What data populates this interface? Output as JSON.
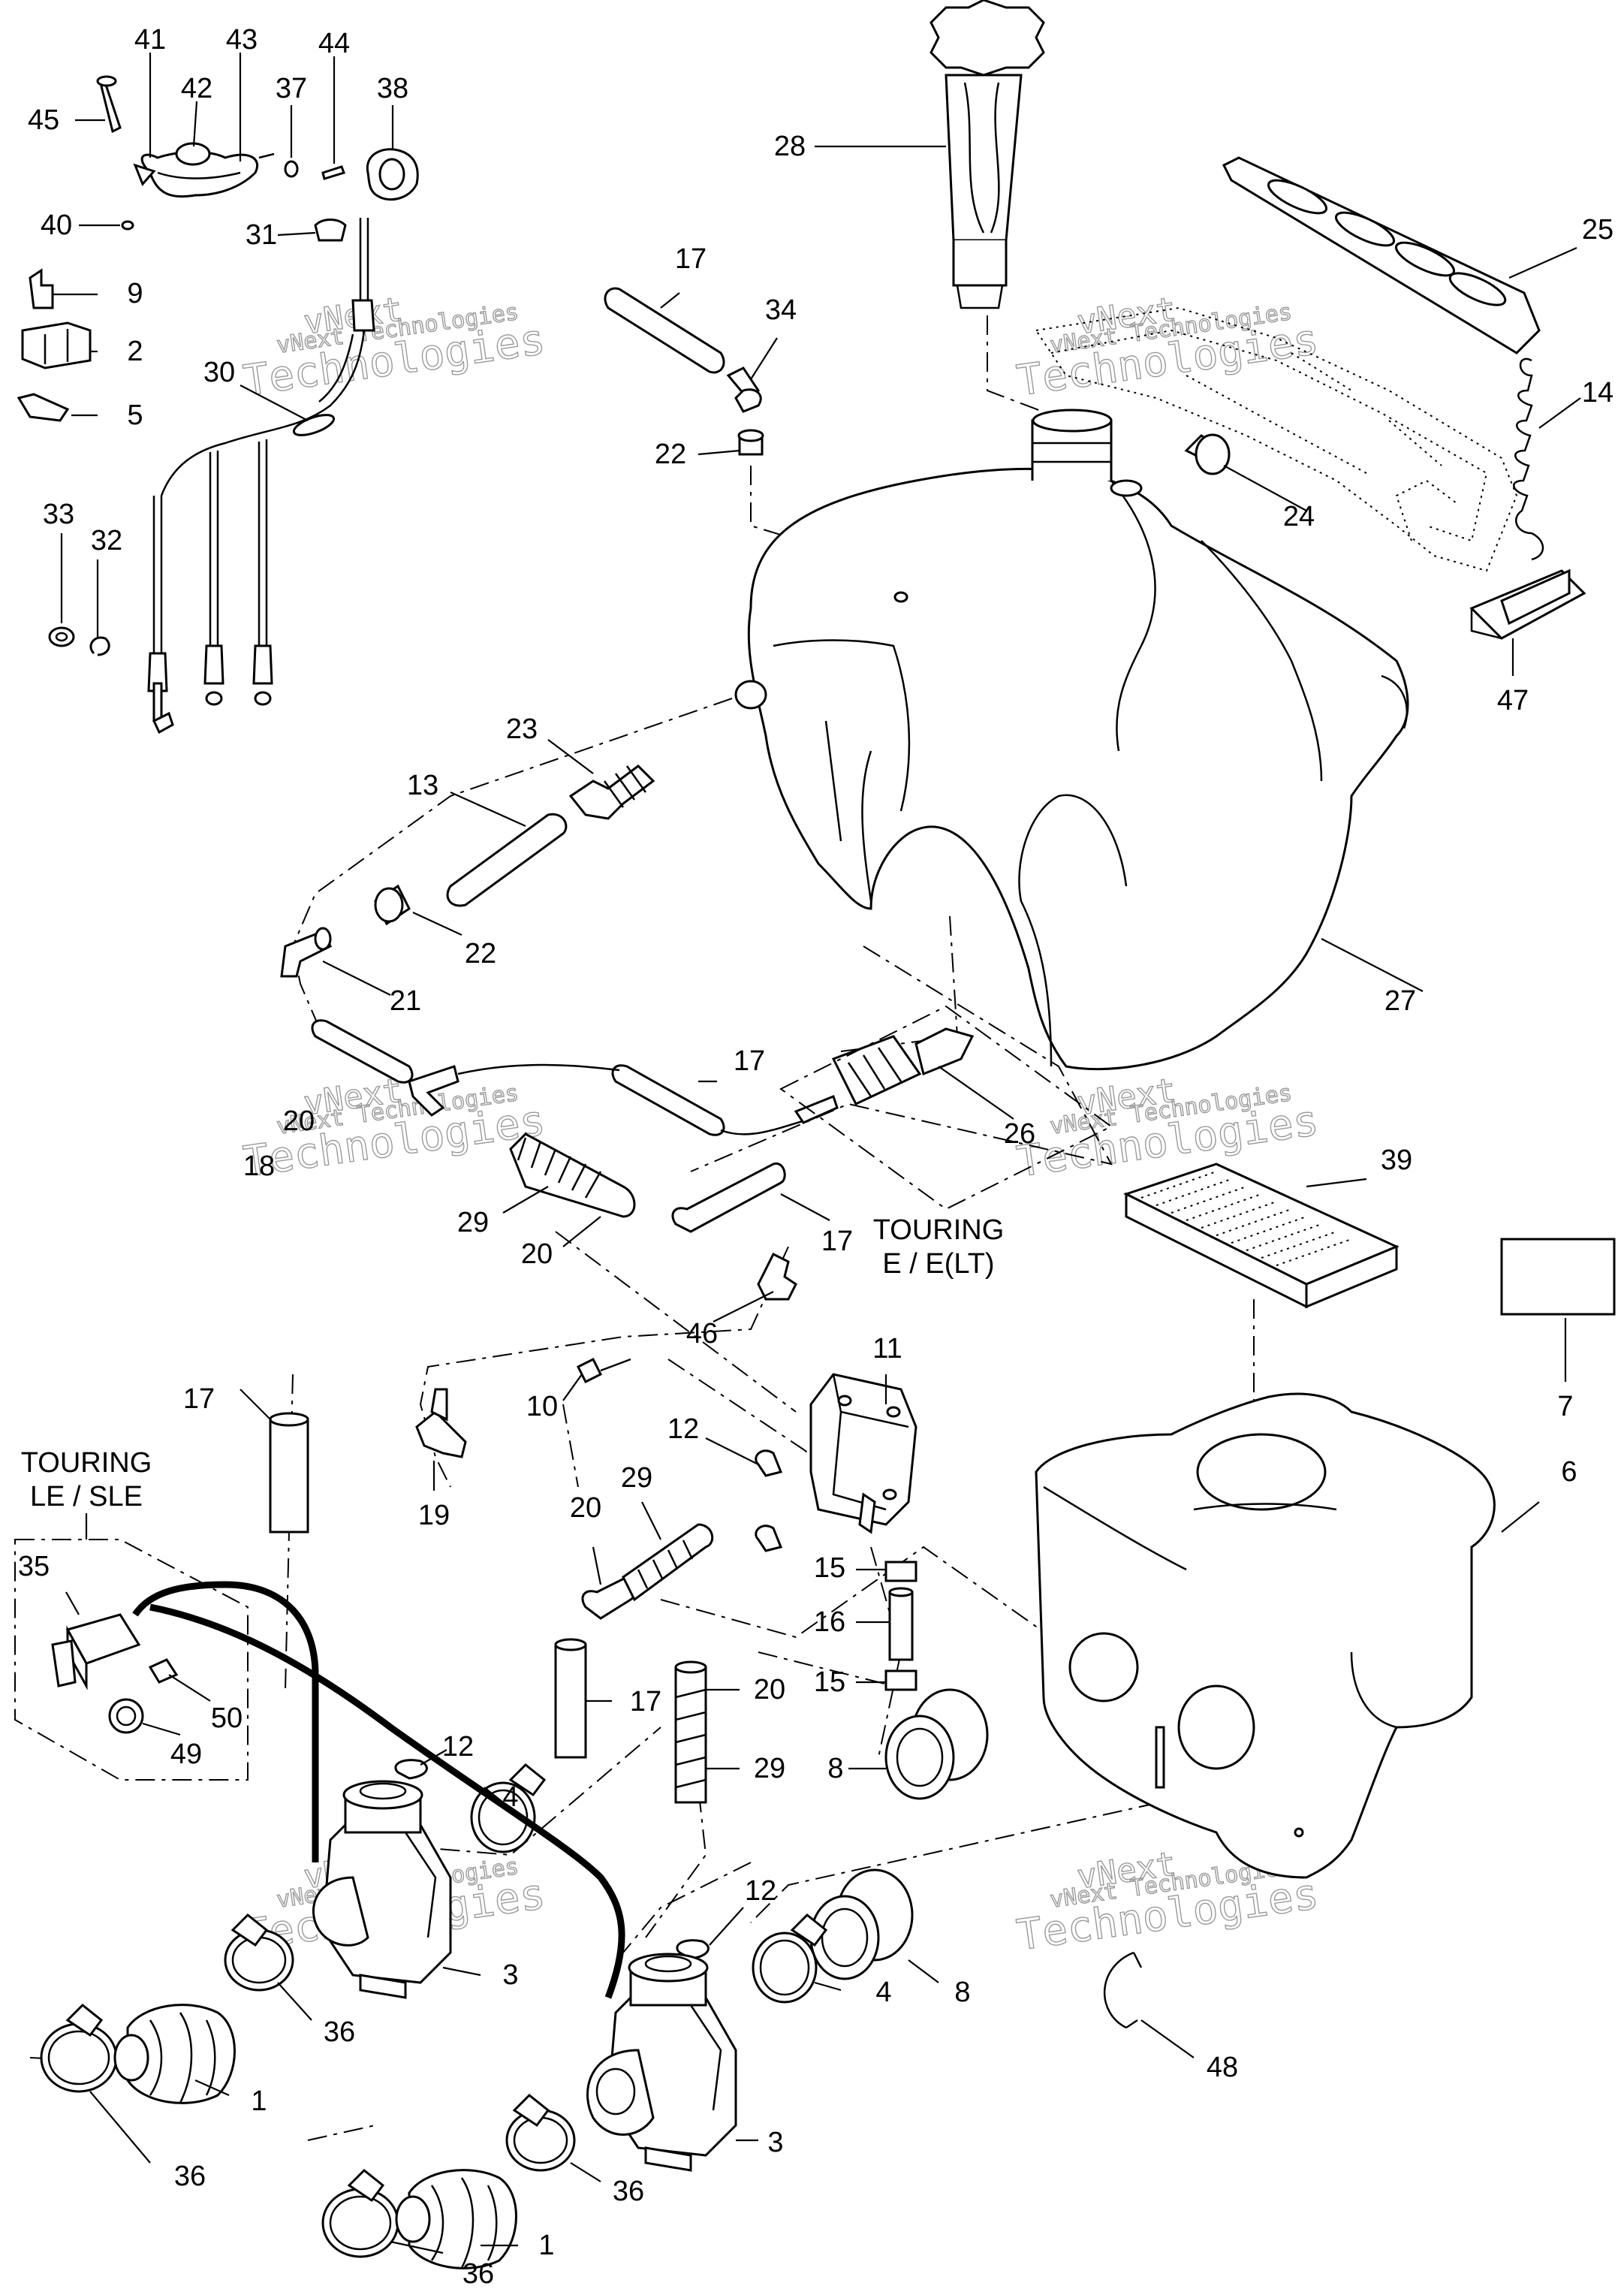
{
  "watermarks": [
    {
      "line1": "vNext Technologies",
      "line2": "vNext",
      "line3": "Technologies"
    },
    {
      "line1": "vNext Technologies",
      "line2": "vNext",
      "line3": "Technologies"
    },
    {
      "line1": "vNext Technologies",
      "line2": "vNext",
      "line3": "Technologies"
    },
    {
      "line1": "vNext Technologies",
      "line2": "vNext",
      "line3": "Technologies"
    },
    {
      "line1": "vNext Technologies",
      "line2": "vNext",
      "line3": "Technologies"
    },
    {
      "line1": "vNext Technologies",
      "line2": "vNext",
      "line3": "Technologies"
    }
  ],
  "variants": {
    "touring_e": {
      "line1": "TOURING",
      "line2": "E / E(LT)"
    },
    "touring_le": {
      "line1": "TOURING",
      "line2": "LE / SLE"
    }
  },
  "callouts": [
    "41",
    "42",
    "43",
    "44",
    "45",
    "37",
    "38",
    "40",
    "31",
    "9",
    "2",
    "5",
    "30",
    "33",
    "32",
    "28",
    "25",
    "14",
    "24",
    "47",
    "17",
    "34",
    "22",
    "27",
    "23",
    "13",
    "22",
    "21",
    "17",
    "26",
    "20",
    "18",
    "29",
    "20",
    "17",
    "39",
    "7",
    "11",
    "46",
    "10",
    "17",
    "12",
    "19",
    "20",
    "29",
    "6",
    "15",
    "16",
    "15",
    "35",
    "50",
    "49",
    "17",
    "20",
    "29",
    "8",
    "12",
    "4",
    "3",
    "12",
    "36",
    "1",
    "36",
    "4",
    "8",
    "3",
    "48",
    "36",
    "1",
    "36"
  ]
}
